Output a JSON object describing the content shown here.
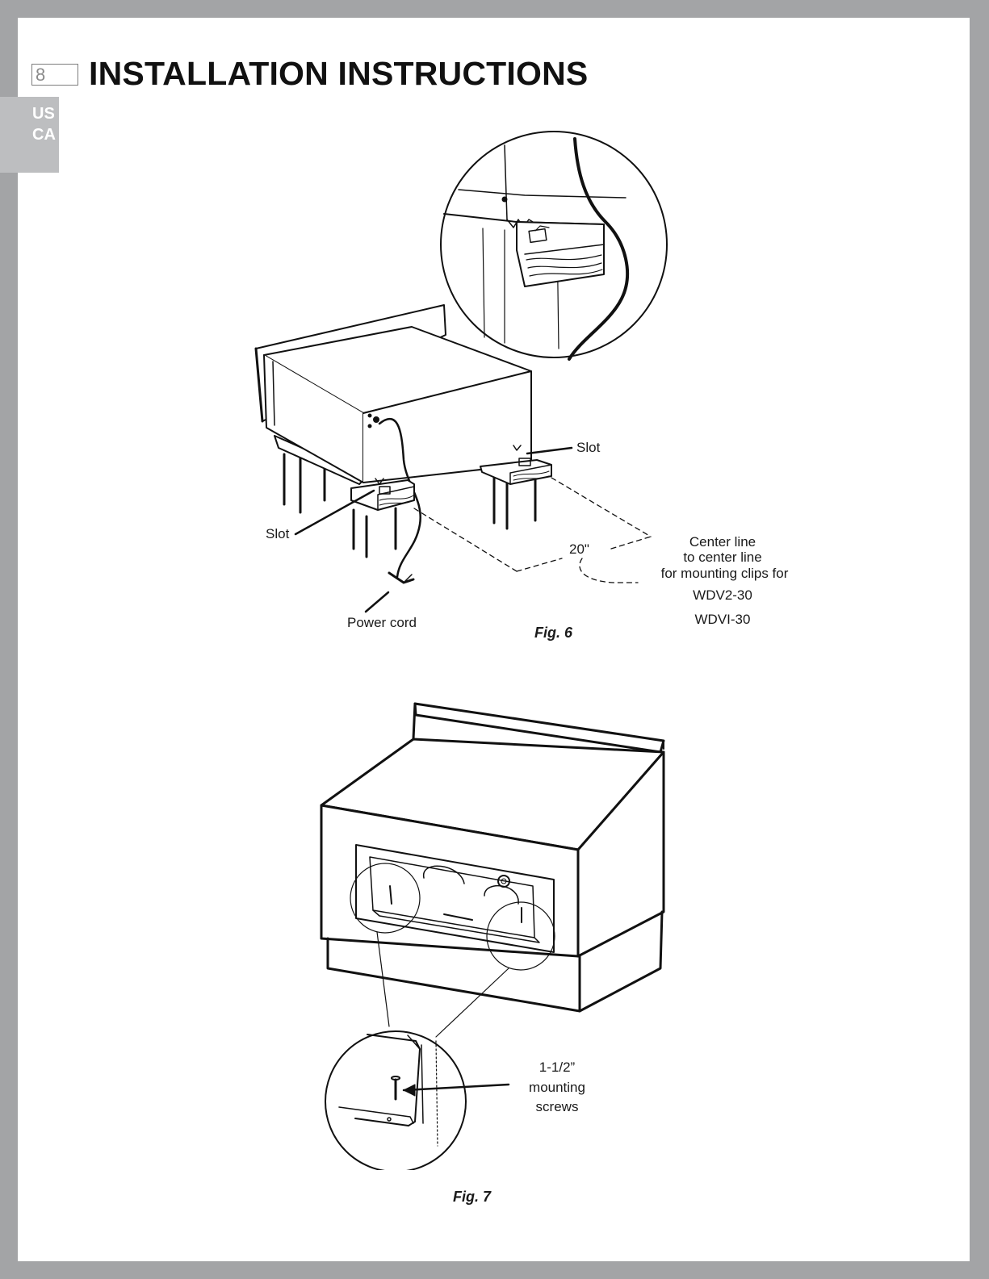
{
  "header": {
    "page_number": "8",
    "title": "INSTALLATION INSTRUCTIONS",
    "region": [
      "US",
      "CA"
    ]
  },
  "fig6": {
    "slot_right": "Slot",
    "slot_left": "Slot",
    "power_cord": "Power cord",
    "dimension": "20\"",
    "note_lines": [
      "Center line",
      "to center line",
      "for mounting clips for"
    ],
    "models": [
      "WDV2-30",
      "WDVI-30"
    ],
    "caption": "Fig. 6"
  },
  "fig7": {
    "screw_lines": [
      "1-1/2”",
      "mounting",
      "screws"
    ],
    "caption": "Fig. 7"
  }
}
